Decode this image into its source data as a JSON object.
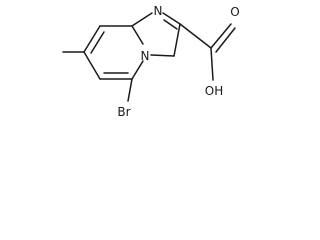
{
  "molecule": {
    "atoms": {
      "n_ring": "N",
      "n_bridge": "N",
      "br": "Br",
      "o_carbonyl": "O",
      "o_hydroxyl": "OH"
    }
  }
}
